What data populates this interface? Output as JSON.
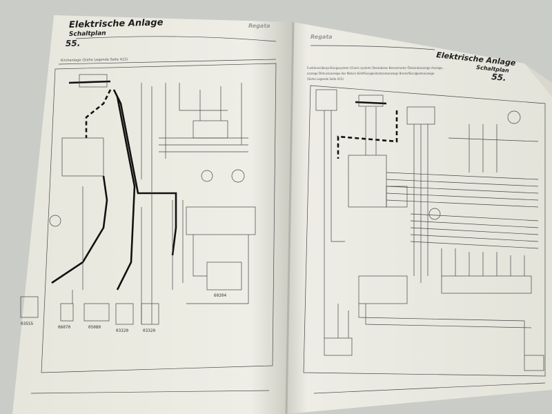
{
  "left_page": {
    "section_title": "Elektrische Anlage",
    "subtitle": "Schaltplan",
    "section_number": "55.",
    "brand_logo": "Regata",
    "caption": "Kirchenlage  (Siehe Legende Seite 415)",
    "components_bottom": [
      "03555",
      "06070",
      "05080",
      "03320",
      "03320"
    ],
    "component_relay": "60204"
  },
  "right_page": {
    "brand_logo": "Regata",
    "section_title": "Elektrische Anlage",
    "subtitle": "Schaltplan",
    "section_number": "55.",
    "caption_lines": [
      "Funktionsüberprüfungssystem (Check system)  Steckdosen  Benzinmotor  Ölstandsanzeige  Anzeige...",
      "anzeige   Öldruckanzeige des Motors   Kühlflüssigkeitsstandsanzeige   Bremsflüssigkeitsanzeige",
      "(Siehe Legende Seite 415)"
    ]
  },
  "colors": {
    "paper": "#ecebe2",
    "background": "#c9ccc7",
    "ink": "#1e1e1e"
  }
}
